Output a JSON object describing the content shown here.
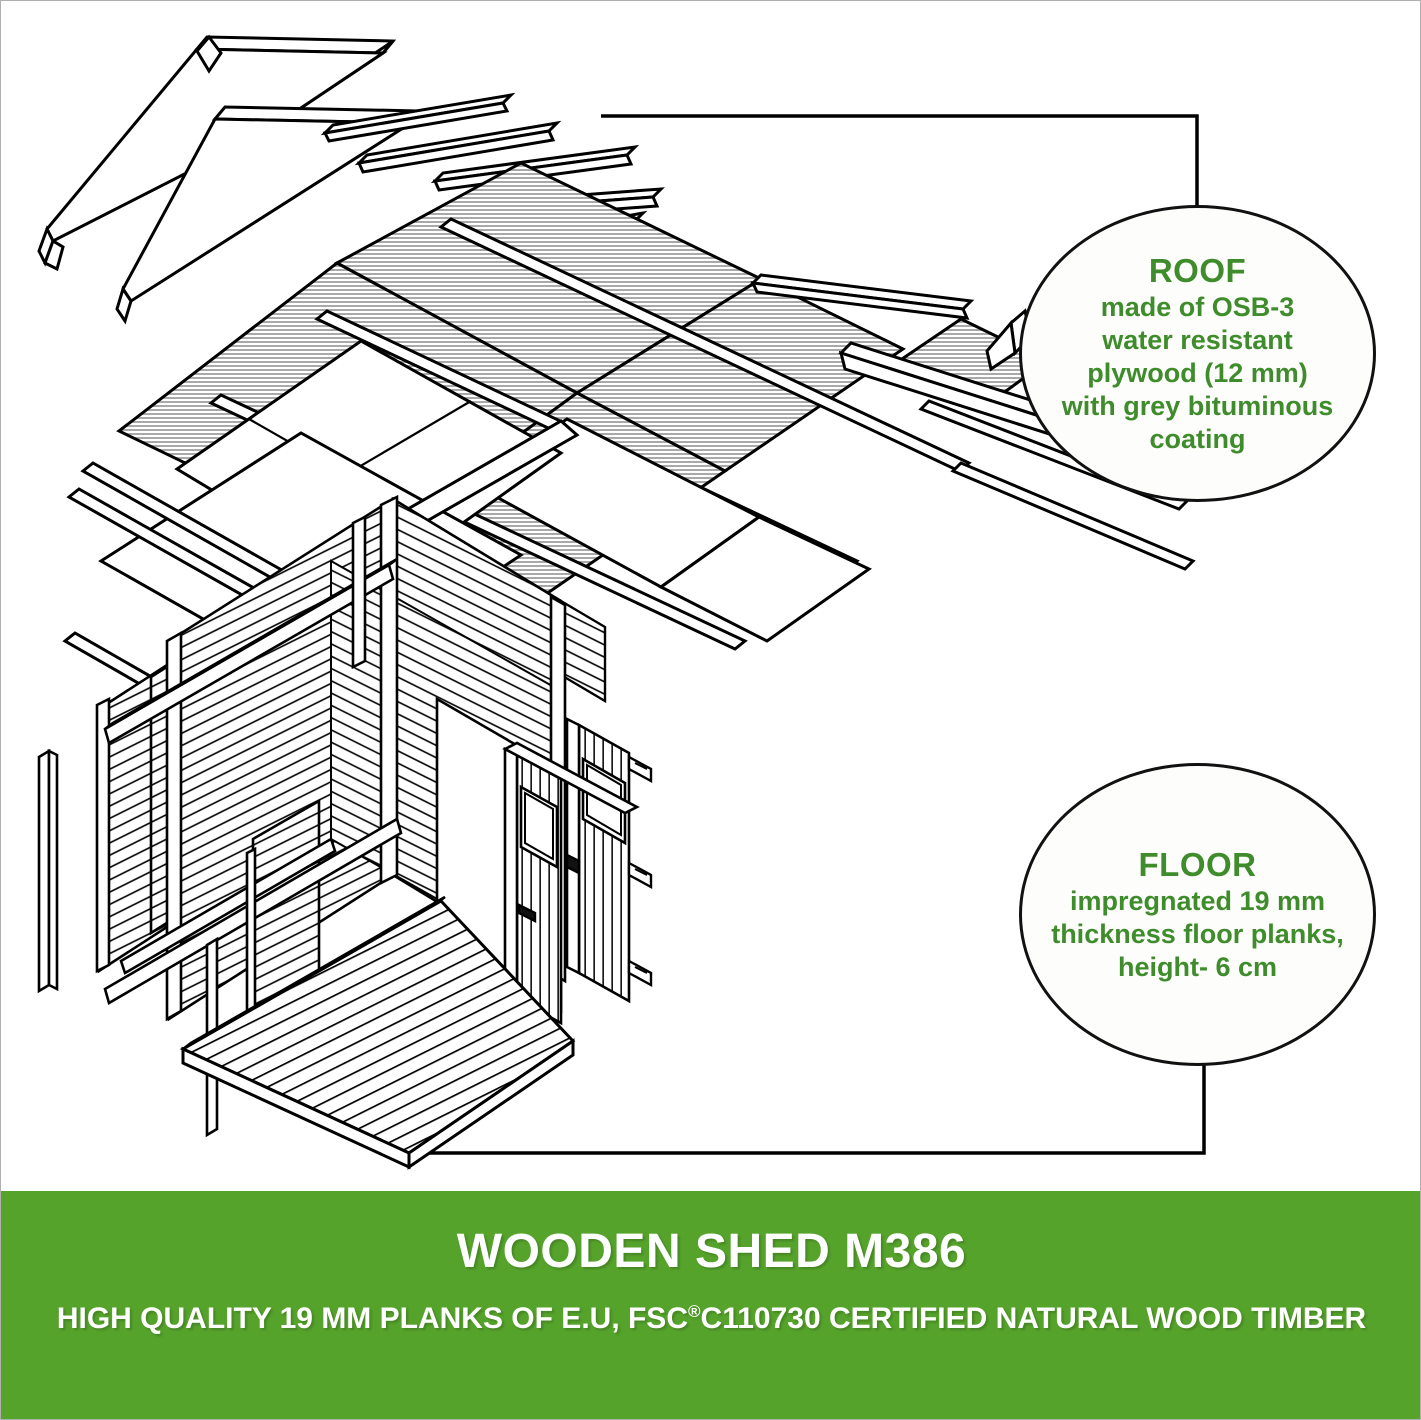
{
  "page": {
    "background_color": "#ffffff",
    "border_color": "#b0b0b0"
  },
  "diagram": {
    "name": "exploded-isometric-shed-assembly",
    "description": "Exploded isometric technical line drawing of a wooden garden shed showing roof panels, roof battens, plank walls, door with window, and floor deck",
    "line_color": "#000000",
    "roof_hatch_color": "#b8b8b8"
  },
  "callouts": [
    {
      "id": "roof",
      "title": "ROOF",
      "lines": [
        "made of OSB-3",
        "water resistant",
        "plywood (12 mm)",
        "with grey bituminous",
        "coating"
      ],
      "text_color": "#3e8c2b",
      "border_color": "#111111"
    },
    {
      "id": "floor",
      "title": "FLOOR",
      "lines": [
        "impregnated 19 mm",
        "thickness floor planks,",
        "height- 6 cm"
      ],
      "text_color": "#3e8c2b",
      "border_color": "#111111"
    }
  ],
  "banner": {
    "background_color": "#55a32b",
    "text_color": "#ffffff",
    "title": "WOODEN SHED M386",
    "subtitle_before": "HIGH QUALITY 19 MM PLANKS OF E.U, FSC",
    "subtitle_superscript": "®",
    "subtitle_after": "C110730 CERTIFIED NATURAL WOOD TIMBER"
  }
}
